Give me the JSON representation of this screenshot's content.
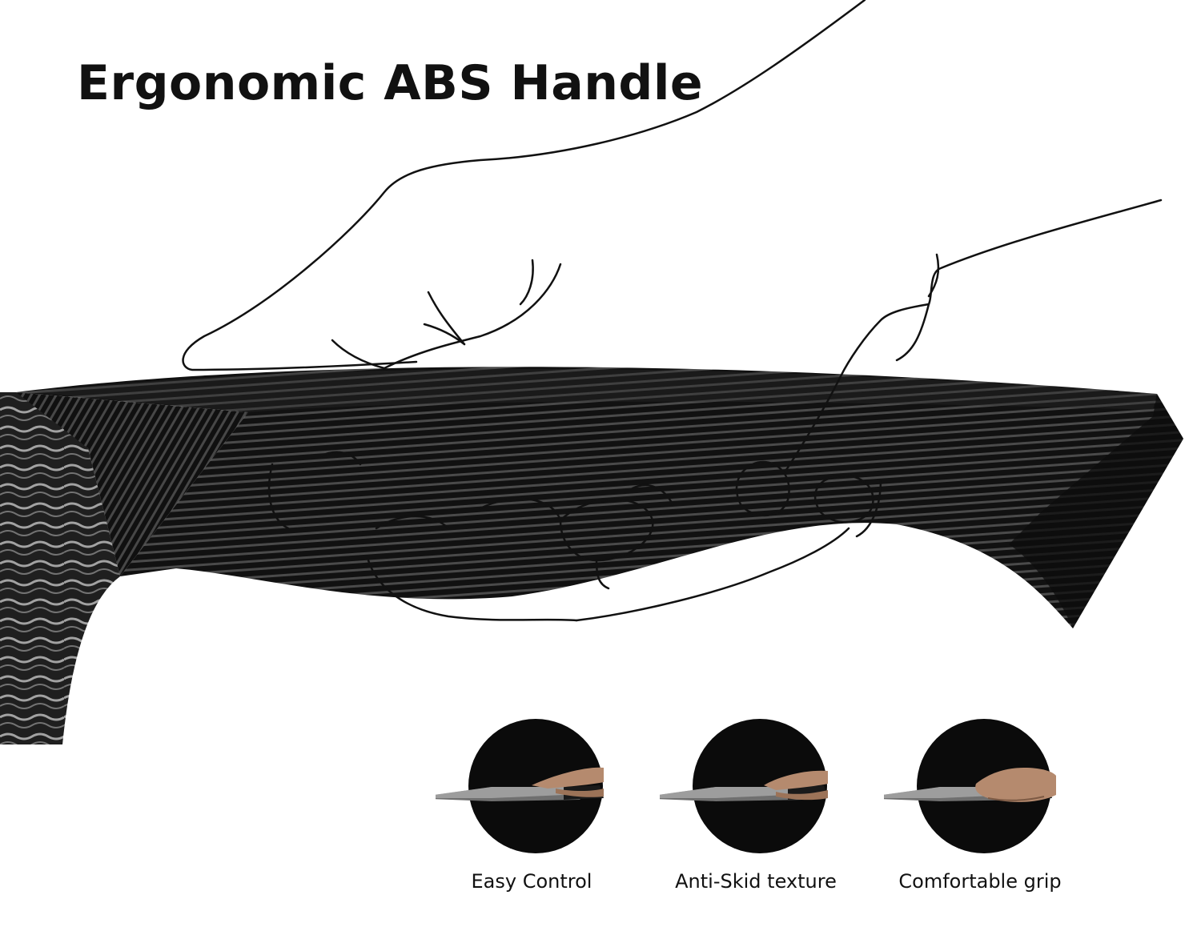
{
  "title": "Ergonomic ABS Handle",
  "features": [
    {
      "label": "Easy Control",
      "icon": "knife-hand-icon"
    },
    {
      "label": "Anti-Skid texture",
      "icon": "knife-hand-icon"
    },
    {
      "label": "Comfortable grip",
      "icon": "knife-hand-icon"
    }
  ],
  "colors": {
    "handle": "#121212",
    "stripe": "#4d4d4d",
    "background": "#ffffff",
    "text": "#111111"
  }
}
